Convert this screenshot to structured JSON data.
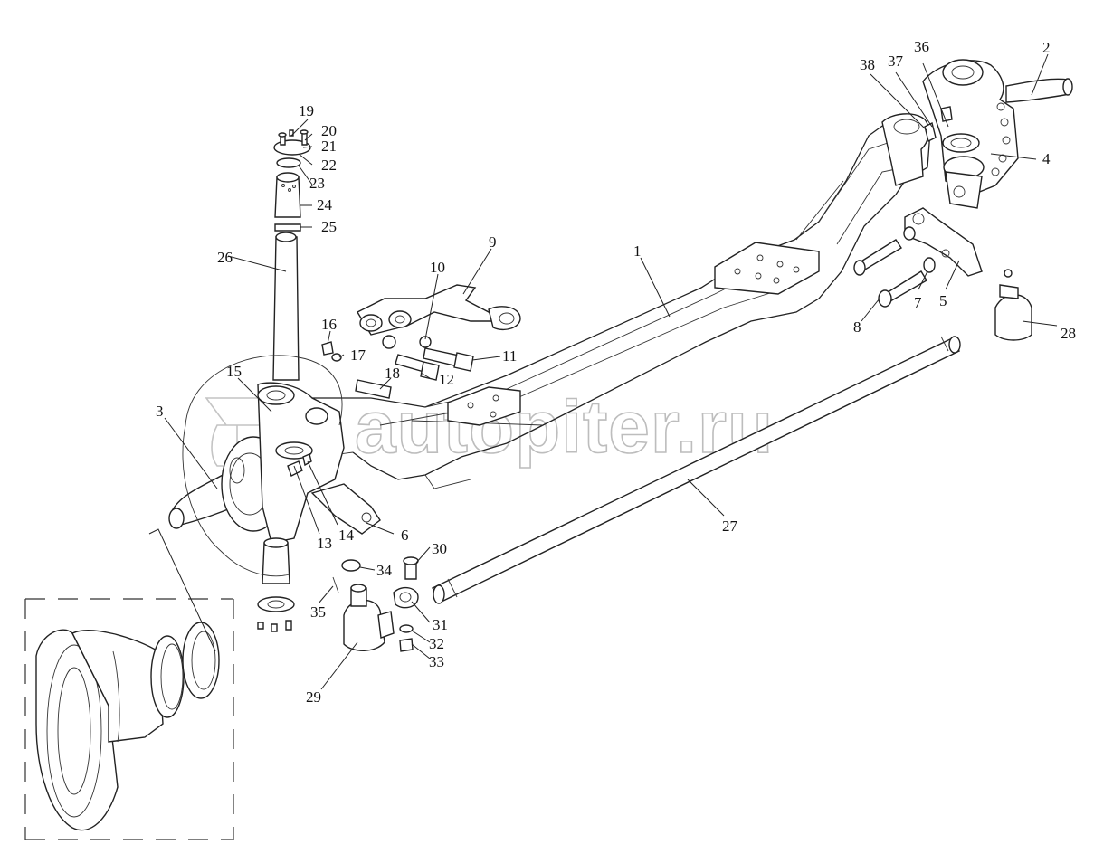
{
  "watermark": "autopiter.ru",
  "callouts": [
    {
      "id": "1",
      "text": "1"
    },
    {
      "id": "2",
      "text": "2"
    },
    {
      "id": "3",
      "text": "3"
    },
    {
      "id": "4",
      "text": "4"
    },
    {
      "id": "5",
      "text": "5"
    },
    {
      "id": "6",
      "text": "6"
    },
    {
      "id": "7",
      "text": "7"
    },
    {
      "id": "8",
      "text": "8"
    },
    {
      "id": "9",
      "text": "9"
    },
    {
      "id": "10",
      "text": "10"
    },
    {
      "id": "11",
      "text": "11"
    },
    {
      "id": "12",
      "text": "12"
    },
    {
      "id": "13",
      "text": "13"
    },
    {
      "id": "14",
      "text": "14"
    },
    {
      "id": "15",
      "text": "15"
    },
    {
      "id": "16",
      "text": "16"
    },
    {
      "id": "17",
      "text": "17"
    },
    {
      "id": "18",
      "text": "18"
    },
    {
      "id": "19",
      "text": "19"
    },
    {
      "id": "20",
      "text": "20"
    },
    {
      "id": "21",
      "text": "21"
    },
    {
      "id": "22",
      "text": "22"
    },
    {
      "id": "23",
      "text": "23"
    },
    {
      "id": "24",
      "text": "24"
    },
    {
      "id": "25",
      "text": "25"
    },
    {
      "id": "26",
      "text": "26"
    },
    {
      "id": "27",
      "text": "27"
    },
    {
      "id": "28",
      "text": "28"
    },
    {
      "id": "29",
      "text": "29"
    },
    {
      "id": "30",
      "text": "30"
    },
    {
      "id": "31",
      "text": "31"
    },
    {
      "id": "32",
      "text": "32"
    },
    {
      "id": "33",
      "text": "33"
    },
    {
      "id": "34",
      "text": "34"
    },
    {
      "id": "35",
      "text": "35"
    },
    {
      "id": "36",
      "text": "36"
    },
    {
      "id": "37",
      "text": "37"
    },
    {
      "id": "38",
      "text": "38"
    }
  ]
}
